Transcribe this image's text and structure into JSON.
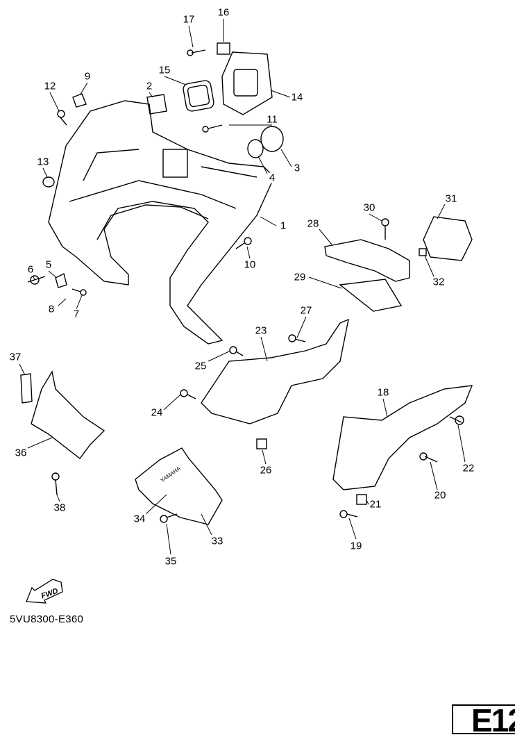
{
  "diagram": {
    "part_numbers": [
      "1",
      "2",
      "3",
      "4",
      "5",
      "6",
      "7",
      "8",
      "9",
      "10",
      "11",
      "12",
      "13",
      "14",
      "15",
      "16",
      "17",
      "18",
      "19",
      "20",
      "21",
      "22",
      "23",
      "24",
      "25",
      "26",
      "27",
      "28",
      "29",
      "30",
      "31",
      "32",
      "33",
      "34",
      "35",
      "36",
      "37",
      "38"
    ],
    "fwd_label": "FWD",
    "drawing_code": "5VU8300-E360",
    "page_id": "E12",
    "brand_mark": "YAMAHA"
  }
}
